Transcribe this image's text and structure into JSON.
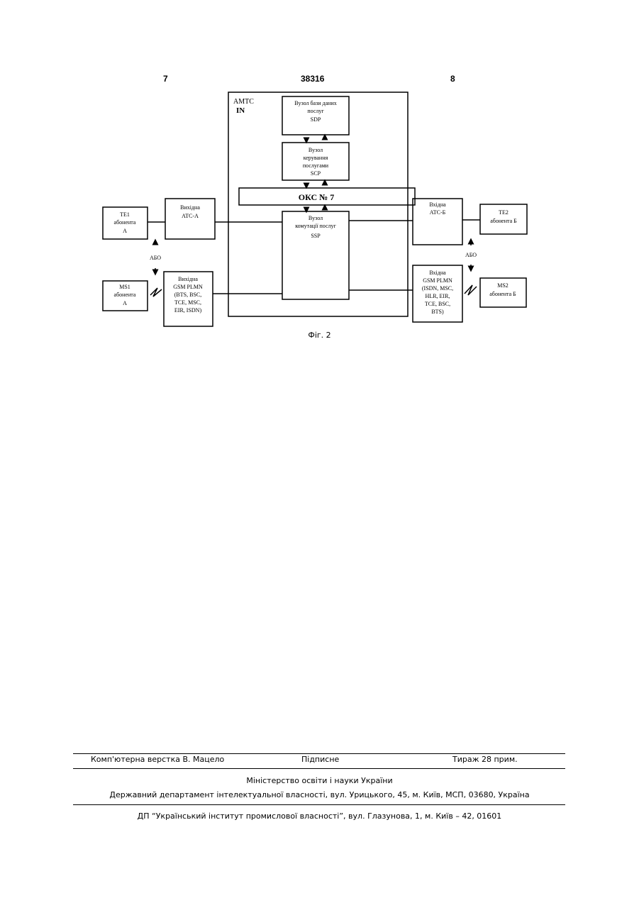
{
  "header": {
    "left_page": "7",
    "patent_number": "38316",
    "right_page": "8"
  },
  "diagram": {
    "amts_label": "АМТС",
    "in_label": "IN",
    "sdp": [
      "Вузол бази даних",
      "послуг",
      "SDP"
    ],
    "scp": [
      "Вузол",
      "керування",
      "послугами",
      "SCP"
    ],
    "oks": "ОКС № 7",
    "ssp": [
      "Вузол",
      "комутації послуг",
      "SSP"
    ],
    "te1": [
      "ТЕ1",
      "абонента",
      "А"
    ],
    "ms1": [
      "MS1",
      "абонента",
      "А"
    ],
    "ats_a": [
      "Вихідна",
      "АТС-А"
    ],
    "gsm_out": [
      "Вихідна",
      "GSM PLMN",
      "(BTS, BSC,",
      "TCE, MSC,",
      "EIR, ISDN)"
    ],
    "ats_b": [
      "Вхідна",
      "АТС-Б"
    ],
    "gsm_in": [
      "Вхідна",
      "GSM PLMN",
      "(ISDN, MSC,",
      "HLR, EIR,",
      "TCE, BSC,",
      "BTS)"
    ],
    "te2": [
      "ТЕ2",
      "абонента Б"
    ],
    "ms2": [
      "MS2",
      "абонента Б"
    ],
    "abo_left": "АБО",
    "abo_right": "АБО"
  },
  "figure_caption": "Фіг. 2",
  "footer": {
    "layout_credit": "Комп'ютерна верстка В. Мацело",
    "subscription": "Підписне",
    "circulation": "Тираж 28 прим.",
    "ministry": "Міністерство освіти і науки України",
    "department": "Державний департамент інтелектуальної власності, вул. Урицького, 45, м. Київ, МСП, 03680, Україна",
    "institute": "ДП “Український інститут промислової власності”, вул. Глазунова, 1, м. Київ – 42, 01601"
  }
}
